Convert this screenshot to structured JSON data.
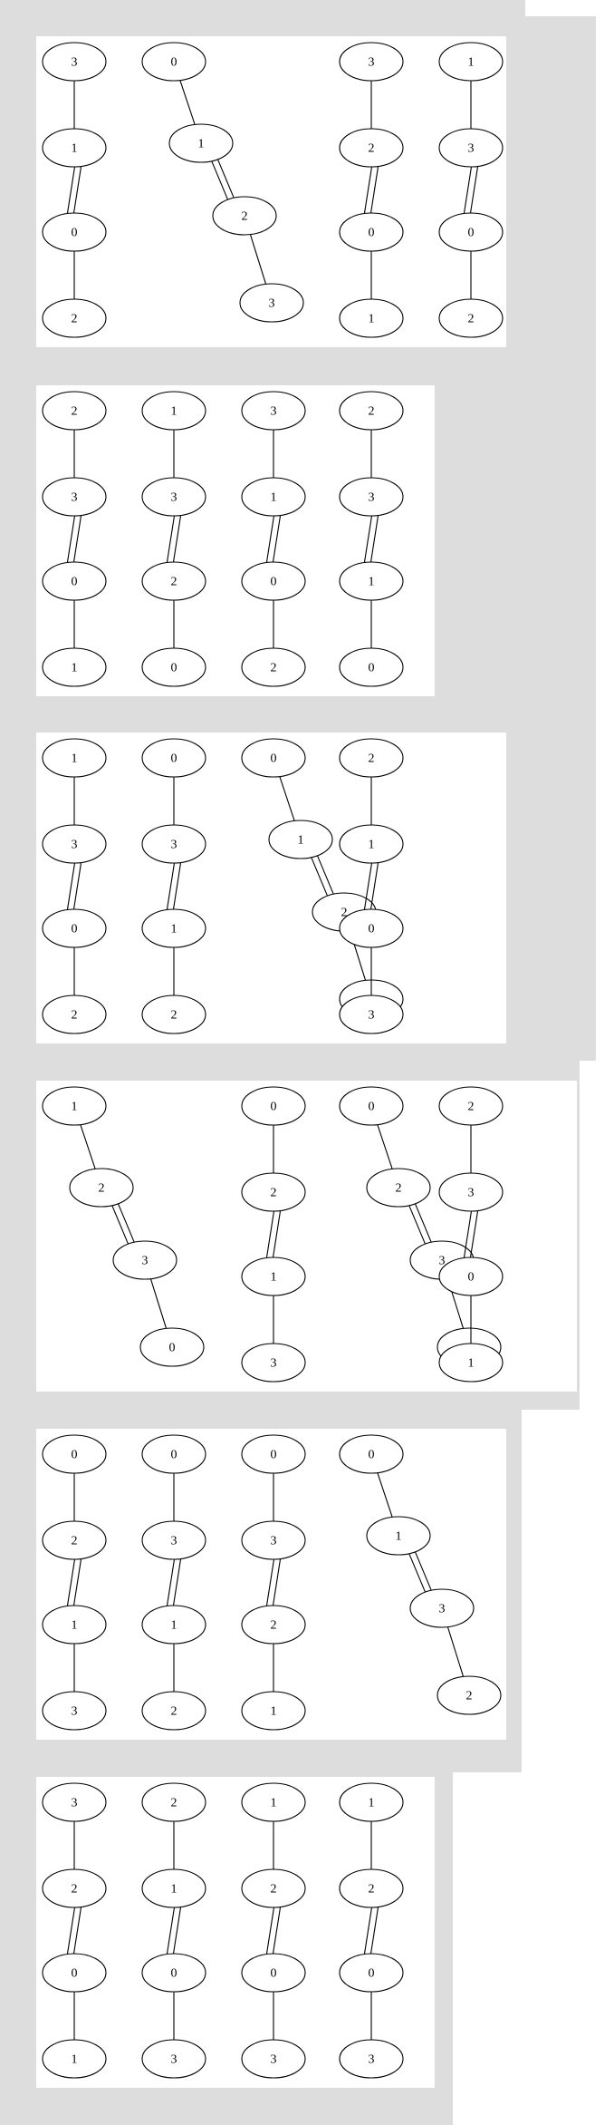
{
  "panels": [
    {
      "graphs": [
        {
          "nodes": [
            "3",
            "1",
            "0",
            "2"
          ],
          "bonds": [
            1,
            2,
            1
          ]
        },
        {
          "nodes": [
            "0",
            "1",
            "2",
            "3"
          ],
          "bonds": [
            1,
            2,
            1
          ],
          "style": "zigzag"
        },
        {
          "nodes": [
            "3",
            "2",
            "0",
            "1"
          ],
          "bonds": [
            1,
            2,
            1
          ]
        },
        {
          "nodes": [
            "1",
            "3",
            "0",
            "2"
          ],
          "bonds": [
            1,
            2,
            1
          ]
        }
      ]
    },
    {
      "graphs": [
        {
          "nodes": [
            "2",
            "3",
            "0",
            "1"
          ],
          "bonds": [
            1,
            2,
            1
          ]
        },
        {
          "nodes": [
            "1",
            "3",
            "2",
            "0"
          ],
          "bonds": [
            1,
            2,
            1
          ]
        },
        {
          "nodes": [
            "3",
            "1",
            "0",
            "2"
          ],
          "bonds": [
            1,
            2,
            1
          ]
        },
        {
          "nodes": [
            "2",
            "3",
            "1",
            "0"
          ],
          "bonds": [
            1,
            2,
            1
          ]
        }
      ]
    },
    {
      "graphs": [
        {
          "nodes": [
            "1",
            "3",
            "0",
            "2"
          ],
          "bonds": [
            1,
            2,
            1
          ]
        },
        {
          "nodes": [
            "0",
            "3",
            "1",
            "2"
          ],
          "bonds": [
            1,
            2,
            1
          ]
        },
        {
          "nodes": [
            "0",
            "1",
            "2",
            "3"
          ],
          "bonds": [
            1,
            2,
            1
          ],
          "style": "zigzag"
        },
        {
          "nodes": [
            "2",
            "1",
            "0",
            "3"
          ],
          "bonds": [
            1,
            2,
            1
          ]
        }
      ]
    },
    {
      "graphs": [
        {
          "nodes": [
            "1",
            "2",
            "3",
            "0"
          ],
          "bonds": [
            1,
            2,
            1
          ],
          "style": "zigzag"
        },
        {
          "nodes": [
            "0",
            "2",
            "1",
            "3"
          ],
          "bonds": [
            1,
            2,
            1
          ]
        },
        {
          "nodes": [
            "0",
            "2",
            "3",
            "1"
          ],
          "bonds": [
            1,
            2,
            1
          ],
          "style": "zigzag"
        },
        {
          "nodes": [
            "2",
            "3",
            "0",
            "1"
          ],
          "bonds": [
            1,
            2,
            1
          ]
        }
      ]
    },
    {
      "graphs": [
        {
          "nodes": [
            "0",
            "2",
            "1",
            "3"
          ],
          "bonds": [
            1,
            2,
            1
          ]
        },
        {
          "nodes": [
            "0",
            "3",
            "1",
            "2"
          ],
          "bonds": [
            1,
            2,
            1
          ]
        },
        {
          "nodes": [
            "0",
            "3",
            "2",
            "1"
          ],
          "bonds": [
            1,
            2,
            1
          ]
        },
        {
          "nodes": [
            "0",
            "1",
            "3",
            "2"
          ],
          "bonds": [
            1,
            2,
            1
          ],
          "style": "zigzag"
        }
      ]
    },
    {
      "graphs": [
        {
          "nodes": [
            "3",
            "2",
            "0",
            "1"
          ],
          "bonds": [
            1,
            2,
            1
          ]
        },
        {
          "nodes": [
            "2",
            "1",
            "0",
            "3"
          ],
          "bonds": [
            1,
            2,
            1
          ]
        },
        {
          "nodes": [
            "1",
            "2",
            "0",
            "3"
          ],
          "bonds": [
            1,
            2,
            1
          ]
        },
        {
          "nodes": [
            "1",
            "2",
            "0",
            "3"
          ],
          "bonds": [
            1,
            2,
            1
          ]
        }
      ]
    }
  ]
}
